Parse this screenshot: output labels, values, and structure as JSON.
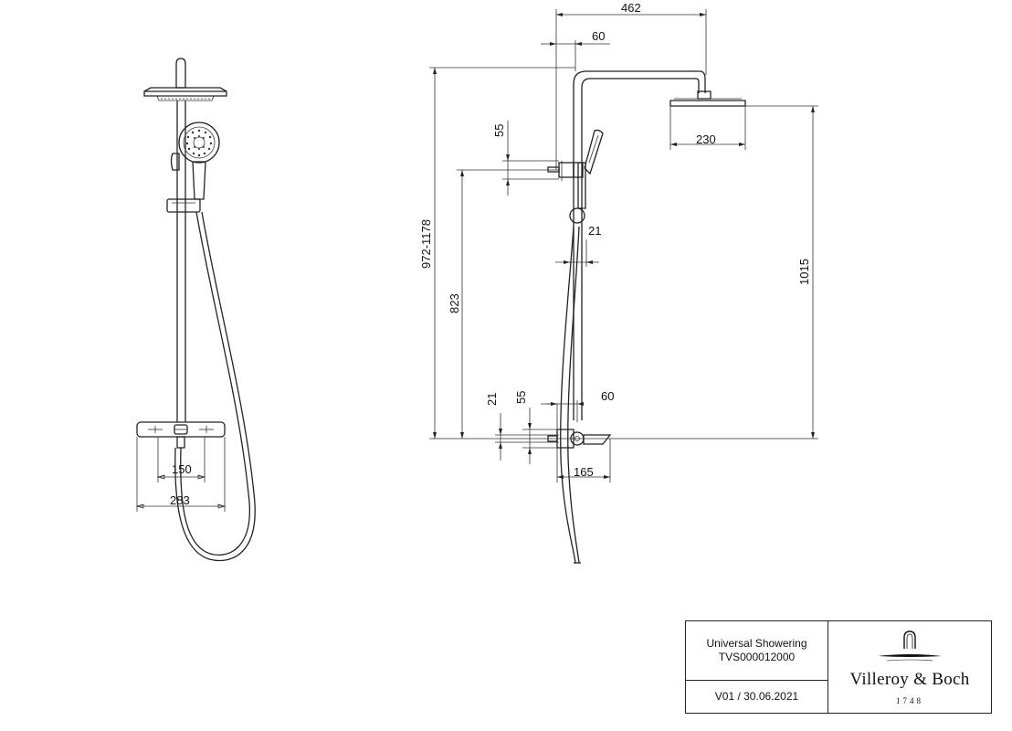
{
  "dimensions": {
    "front_150": "150",
    "front_283": "283",
    "top_462": "462",
    "top_60": "60",
    "left_55_top": "55",
    "right_230": "230",
    "mid_21": "21",
    "height_972_1178": "972-1178",
    "height_823": "823",
    "height_1015": "1015",
    "bottom_21": "21",
    "bottom_55": "55",
    "bottom_60": "60",
    "bottom_165": "165"
  },
  "title_block": {
    "product_name": "Universal Showering",
    "product_code": "TVS000012000",
    "version_date": "V01 / 30.06.2021",
    "brand": "Villeroy & Boch",
    "brand_year": "1748"
  }
}
